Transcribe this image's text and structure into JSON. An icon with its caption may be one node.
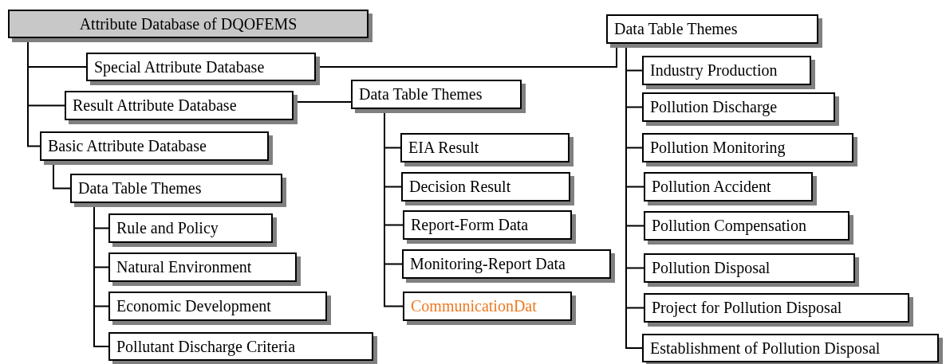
{
  "diagram": {
    "nodes": [
      {
        "text": [
          "Attribute Database of DQOFEMS"
        ]
      },
      {
        "text": [
          "Special Attribute Database"
        ]
      },
      {
        "text": [
          "Result Attribute Database"
        ]
      },
      {
        "text": [
          "Basic Attribute Database"
        ]
      },
      {
        "text": [
          "Data Table Themes"
        ]
      },
      {
        "text": [
          "Rule and Policy"
        ]
      },
      {
        "text": [
          "Natural Environment"
        ]
      },
      {
        "text": [
          "Economic Development"
        ]
      },
      {
        "text": [
          "Pollutant Discharge Criteria"
        ]
      },
      {
        "text": [
          "Data Table Themes"
        ]
      },
      {
        "text": [
          "EIA Result"
        ]
      },
      {
        "text": [
          "Decision Result"
        ]
      },
      {
        "text": [
          "Report-Form Data"
        ]
      },
      {
        "text": [
          "Monitoring-Report Data"
        ]
      },
      {
        "text": [
          "CommunicationDat"
        ]
      },
      {
        "text": [
          "Data Table Themes"
        ]
      },
      {
        "text": [
          "Industry Production"
        ]
      },
      {
        "text": [
          "Pollution Discharge"
        ]
      },
      {
        "text": [
          "Pollution Monitoring"
        ]
      },
      {
        "text": [
          "Pollution Accident"
        ]
      },
      {
        "text": [
          "Pollution Compensation"
        ]
      },
      {
        "text": [
          "Pollution Disposal"
        ]
      },
      {
        "text": [
          "Project for Pollution Disposal"
        ]
      },
      {
        "text": [
          "Establishment of Pollution Disposal"
        ]
      }
    ],
    "edges": [
      {
        "from": 0,
        "to": 1,
        "arrow": "none"
      },
      {
        "from": 0,
        "to": 2,
        "arrow": "none"
      },
      {
        "from": 0,
        "to": 3,
        "arrow": "none"
      },
      {
        "from": 3,
        "to": 4,
        "arrow": "none"
      },
      {
        "from": 4,
        "to": 5,
        "arrow": "none"
      },
      {
        "from": 4,
        "to": 6,
        "arrow": "none"
      },
      {
        "from": 4,
        "to": 7,
        "arrow": "none"
      },
      {
        "from": 4,
        "to": 8,
        "arrow": "none"
      },
      {
        "from": 2,
        "to": 9,
        "arrow": "none"
      },
      {
        "from": 9,
        "to": 10,
        "arrow": "none"
      },
      {
        "from": 9,
        "to": 11,
        "arrow": "none"
      },
      {
        "from": 9,
        "to": 12,
        "arrow": "none"
      },
      {
        "from": 9,
        "to": 13,
        "arrow": "none"
      },
      {
        "from": 9,
        "to": 14,
        "arrow": "none"
      },
      {
        "from": 1,
        "to": 15,
        "arrow": "none"
      },
      {
        "from": 15,
        "to": 16,
        "arrow": "none"
      },
      {
        "from": 15,
        "to": 17,
        "arrow": "none"
      },
      {
        "from": 15,
        "to": 18,
        "arrow": "none"
      },
      {
        "from": 15,
        "to": 19,
        "arrow": "none"
      },
      {
        "from": 15,
        "to": 20,
        "arrow": "none"
      },
      {
        "from": 15,
        "to": 21,
        "arrow": "none"
      },
      {
        "from": 15,
        "to": 22,
        "arrow": "none"
      },
      {
        "from": 15,
        "to": 23,
        "arrow": "none"
      }
    ]
  }
}
